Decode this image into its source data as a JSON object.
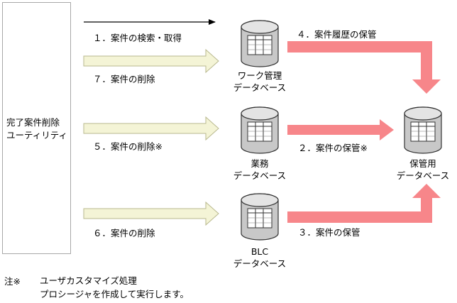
{
  "utility": {
    "label": "完了案件削除\nユーティリティ"
  },
  "databases": {
    "work": "ワーク管理\nデータベース",
    "business": "業務\nデータベース",
    "blc": "BLC\nデータベース",
    "archive": "保管用\nデータベース"
  },
  "steps": {
    "s1": "１．案件の検索・取得",
    "s7": "７．案件の削除",
    "s5": "５．案件の削除※",
    "s6": "６．案件の削除",
    "s4": "４．案件履歴の保管",
    "s2": "２．案件の保管※",
    "s3": "３．案件の保管"
  },
  "note": {
    "mark": "注※",
    "text": "ユーザカスタマイズ処理\nプロシージャを作成して実行します。"
  },
  "colors": {
    "delete_arrow_fill": "#f4f4d6",
    "delete_arrow_stroke": "#b9b98f",
    "store_arrow": "#f7868a",
    "db_fill": "#c8c8c8",
    "db_stroke": "#333333",
    "utility_border": "#a8a8a8"
  }
}
